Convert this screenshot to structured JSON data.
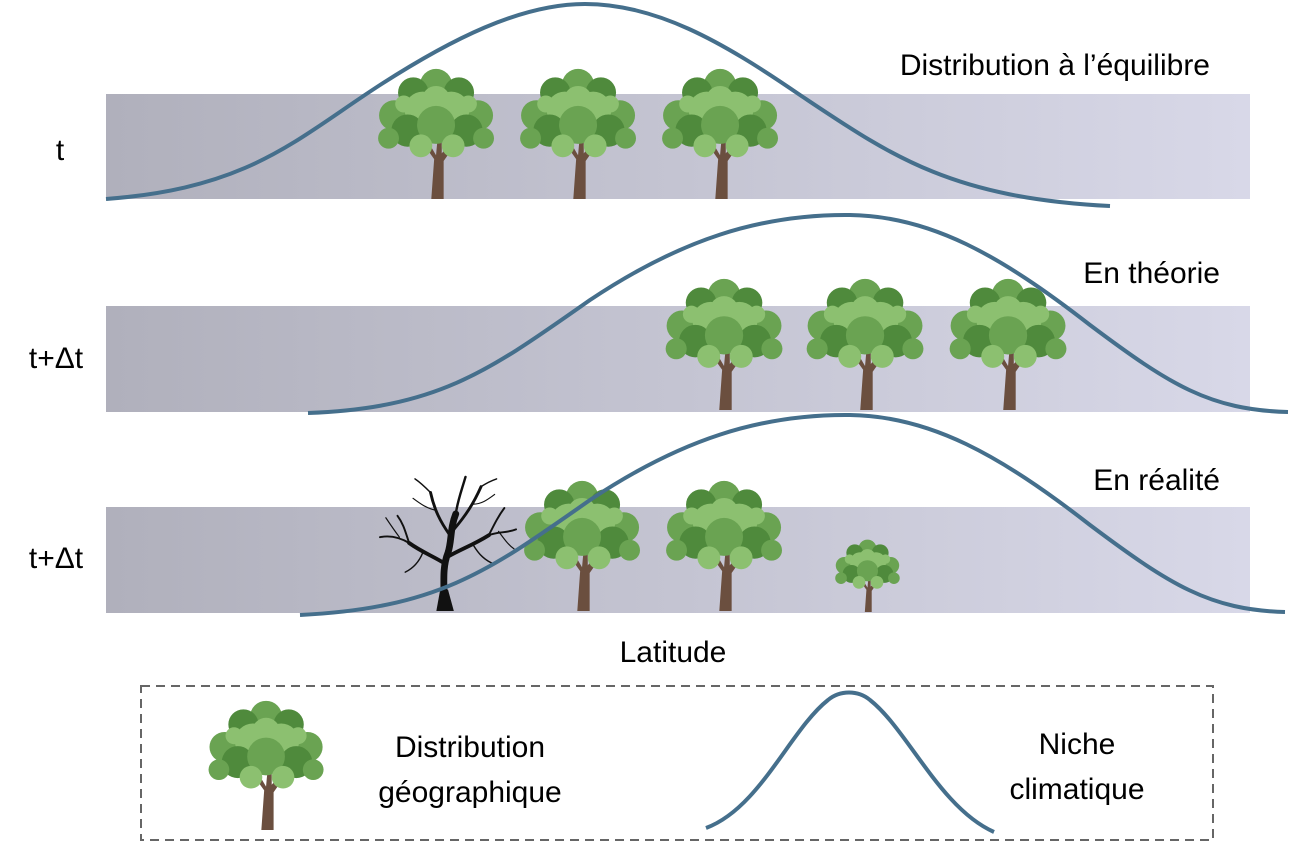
{
  "rows": [
    {
      "time_label": "t",
      "caption": "Distribution à l’équilibre",
      "trees": [
        "healthy",
        "healthy",
        "healthy"
      ]
    },
    {
      "time_label": "t+Δt",
      "caption": "En théorie",
      "trees": [
        "healthy",
        "healthy",
        "healthy"
      ]
    },
    {
      "time_label": "t+Δt",
      "caption": "En réalité",
      "trees": [
        "dead",
        "healthy",
        "healthy",
        "small"
      ]
    }
  ],
  "axis_label": "Latitude",
  "legend": {
    "distribution_line1": "Distribution",
    "distribution_line2": "géographique",
    "niche_line1": "Niche",
    "niche_line2": "climatique",
    "tree_icon": "tree-icon",
    "curve_icon": "niche-curve-icon"
  },
  "colors": {
    "curve": "#456f8c",
    "band_left": "#b0b0bc",
    "band_right": "#d8d8e8",
    "leaf_dark": "#4f8a3c",
    "leaf_mid": "#6aa352",
    "leaf_light": "#8cc070",
    "trunk": "#6b4f3f",
    "dead_tree": "#111111",
    "legend_border": "#666666"
  }
}
